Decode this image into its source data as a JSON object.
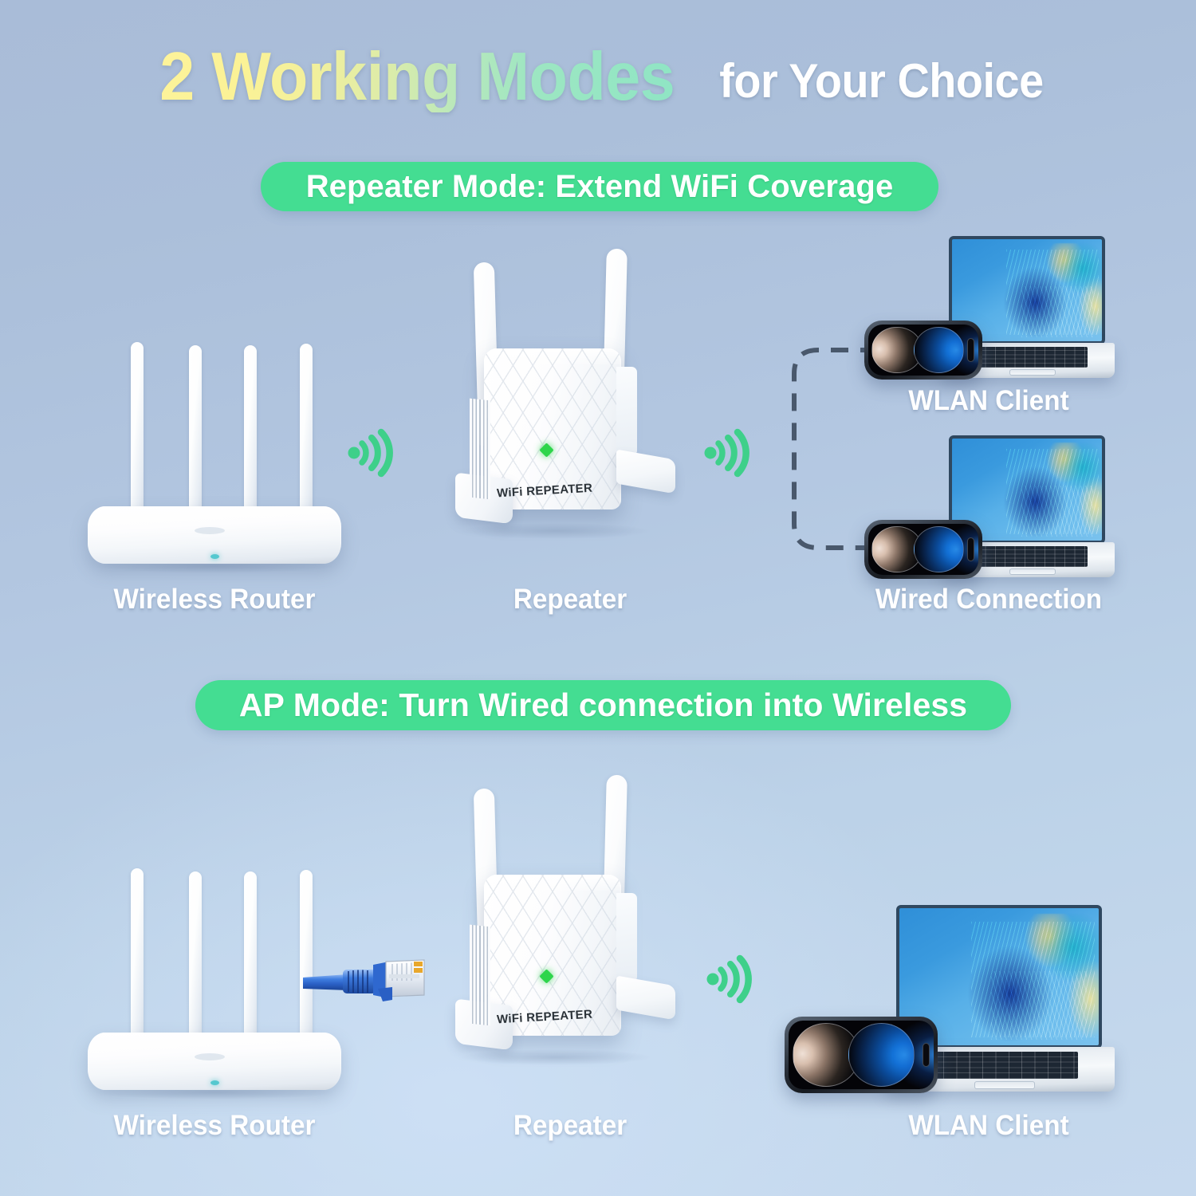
{
  "page": {
    "title_highlight": "2 Working Modes",
    "title_rest": "for Your Choice"
  },
  "colors": {
    "banner_green": "#44dd92",
    "title_gradient_start": "#fdf39a",
    "title_gradient_end": "#8fe5c4",
    "signal_green": "#3ed08a",
    "led_green": "#2ed54b",
    "router_led_teal": "#55c8cf",
    "ethernet_blue": "#2f6fdc",
    "dashed_line": "#49586c",
    "background_top": "#a9bcd8",
    "background_bottom": "#c6d9ee"
  },
  "sections": [
    {
      "id": "repeater-mode",
      "banner": "Repeater Mode: Extend WiFi Coverage",
      "labels": {
        "router": "Wireless Router",
        "repeater": "Repeater",
        "client_top": "WLAN Client",
        "client_bottom": "Wired Connection"
      },
      "device_brand": "WiFi REPEATER",
      "link_left": "wifi-signal",
      "link_right": "wifi-signal"
    },
    {
      "id": "ap-mode",
      "banner": "AP Mode: Turn Wired connection into Wireless",
      "labels": {
        "router": "Wireless Router",
        "repeater": "Repeater",
        "client": "WLAN Client"
      },
      "device_brand": "WiFi REPEATER",
      "link_left": "ethernet-cable",
      "link_right": "wifi-signal"
    }
  ]
}
